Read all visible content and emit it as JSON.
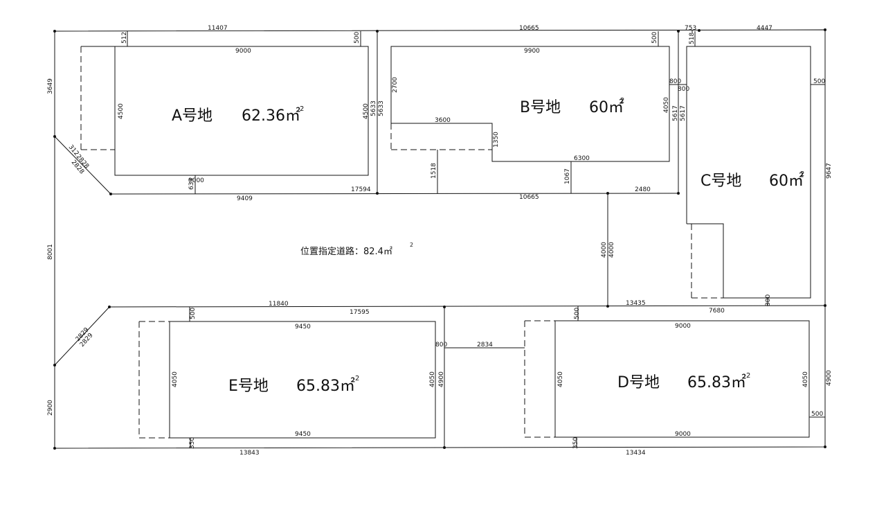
{
  "lots": {
    "a": {
      "name": "A号地",
      "area": "62.36㎡",
      "sup": "2"
    },
    "b": {
      "name": "B号地",
      "area": "60㎡",
      "sup": "2"
    },
    "c": {
      "name": "C号地",
      "area": "60㎡",
      "sup": "2"
    },
    "d": {
      "name": "D号地",
      "area": "65.83㎡",
      "sup": "2"
    },
    "e": {
      "name": "E号地",
      "area": "65.83㎡",
      "sup": "2"
    }
  },
  "road": {
    "label": "位置指定道路：82.4㎡",
    "sup": "2"
  },
  "dims": {
    "d11407": "11407",
    "d10665_top": "10665",
    "d753": "753",
    "d4447": "4447",
    "d512": "512",
    "d500_a": "500",
    "d500_b": "500",
    "d518": "518",
    "d9000_a_top": "9000",
    "d9900": "9900",
    "d3649": "3649",
    "d4500_l": "4500",
    "d4500_r": "4500",
    "d5633_1": "5633",
    "d5633_2": "5633",
    "d2700": "2700",
    "d3600": "3600",
    "d1350": "1350",
    "d6300": "6300",
    "d4050_b": "4050",
    "d5617_1": "5617",
    "d5617_2": "5617",
    "d800_1": "800",
    "d800_2": "800",
    "d500_c": "500",
    "d9647": "9647",
    "d312": "312",
    "d2828_1": "2828",
    "d2828_2": "2828",
    "d9000_a_bot": "9000",
    "d633": "633",
    "d1518": "1518",
    "d1067": "1067",
    "d9409": "9409",
    "d17594": "17594",
    "d10665_mid": "10665",
    "d2480": "2480",
    "d8001": "8001",
    "d4000_1": "4000",
    "d4000_2": "4000",
    "d11840": "11840",
    "d17595": "17595",
    "d13435": "13435",
    "d7680": "7680",
    "d300": "300",
    "d500_e": "500",
    "d500_d": "500",
    "d9450_top": "9450",
    "d9000_d_top": "9000",
    "d2829_1": "2829",
    "d2829_2": "2829",
    "d800_3": "800",
    "d2834": "2834",
    "d4050_e_l": "4050",
    "d4050_e_r": "4050",
    "d4900_1": "4900",
    "d4050_d_l": "4050",
    "d4050_d_r": "4050",
    "d4900_2": "4900",
    "d500_d2": "500",
    "d2900": "2900",
    "d9450_bot": "9450",
    "d9000_d_bot": "9000",
    "d350_e": "350",
    "d350_d": "350",
    "d13843": "13843",
    "d13434": "13434"
  }
}
